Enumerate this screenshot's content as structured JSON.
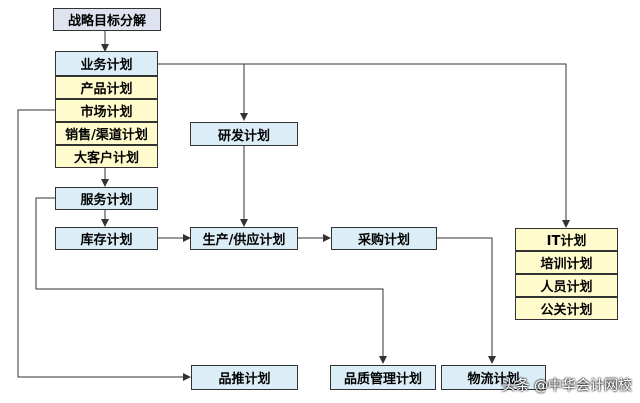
{
  "diagram": {
    "title": "战略目标分解",
    "business_plan": "业务计划",
    "business_subplans": [
      "产品计划",
      "市场计划",
      "销售/渠道计划",
      "大客户计划"
    ],
    "rd_plan": "研发计划",
    "service_plan": "服务计划",
    "inventory_plan": "库存计划",
    "production_plan": "生产/供应计划",
    "purchase_plan": "采购计划",
    "it_plan": "IT计划",
    "it_subplans": [
      "培训计划",
      "人员计划",
      "公关计划"
    ],
    "promotion_plan": "品推计划",
    "quality_plan": "品质管理计划",
    "logistics_plan": "物流计划"
  },
  "watermark": "头条 @中华会计网校",
  "colors": {
    "plan_box": "#dbeef7",
    "sub_box": "#fffbcc",
    "title_box": "#dfe3f0",
    "line": "#333333"
  }
}
